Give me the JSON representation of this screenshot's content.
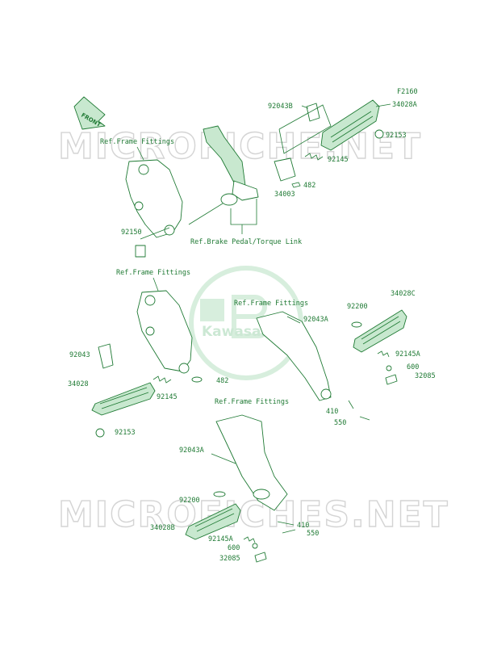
{
  "figure_code": "F2160",
  "front_label": "FRONT",
  "watermarks": [
    "MICROFICHE.NET",
    "MICROFICHES.NET"
  ],
  "logo_text": "Kawasaki",
  "refs": {
    "frame_fittings_top": "Ref.Frame Fittings",
    "brake_pedal": "Ref.Brake Pedal/Torque Link",
    "frame_fittings_left": "Ref.Frame Fittings",
    "frame_fittings_right": "Ref.Frame Fittings",
    "frame_fittings_bottom": "Ref.Frame Fittings"
  },
  "parts": {
    "p92043B": "92043B",
    "p34028A": "34028A",
    "p92153_top": "92153",
    "p92145_top": "92145",
    "p34003": "34003",
    "p482_top": "482",
    "p92150": "92150",
    "p92043A_right": "92043A",
    "p92200_right": "92200",
    "p34028C": "34028C",
    "p92145A_right": "92145A",
    "p600_right": "600",
    "p32085_right": "32085",
    "p410_right": "410",
    "p550_right": "550",
    "p92043": "92043",
    "p34028": "34028",
    "p92145_left": "92145",
    "p482_left": "482",
    "p92153_left": "92153",
    "p92043A_bottom": "92043A",
    "p92200_bottom": "92200",
    "p34028B": "34028B",
    "p92145A_bottom": "92145A",
    "p600_bottom": "600",
    "p32085_bottom": "32085",
    "p410_bottom": "410",
    "p550_bottom": "550"
  },
  "colors": {
    "line": "#1f7a34",
    "fill": "#c8e8cf",
    "watermark": "#d4d4d4"
  }
}
